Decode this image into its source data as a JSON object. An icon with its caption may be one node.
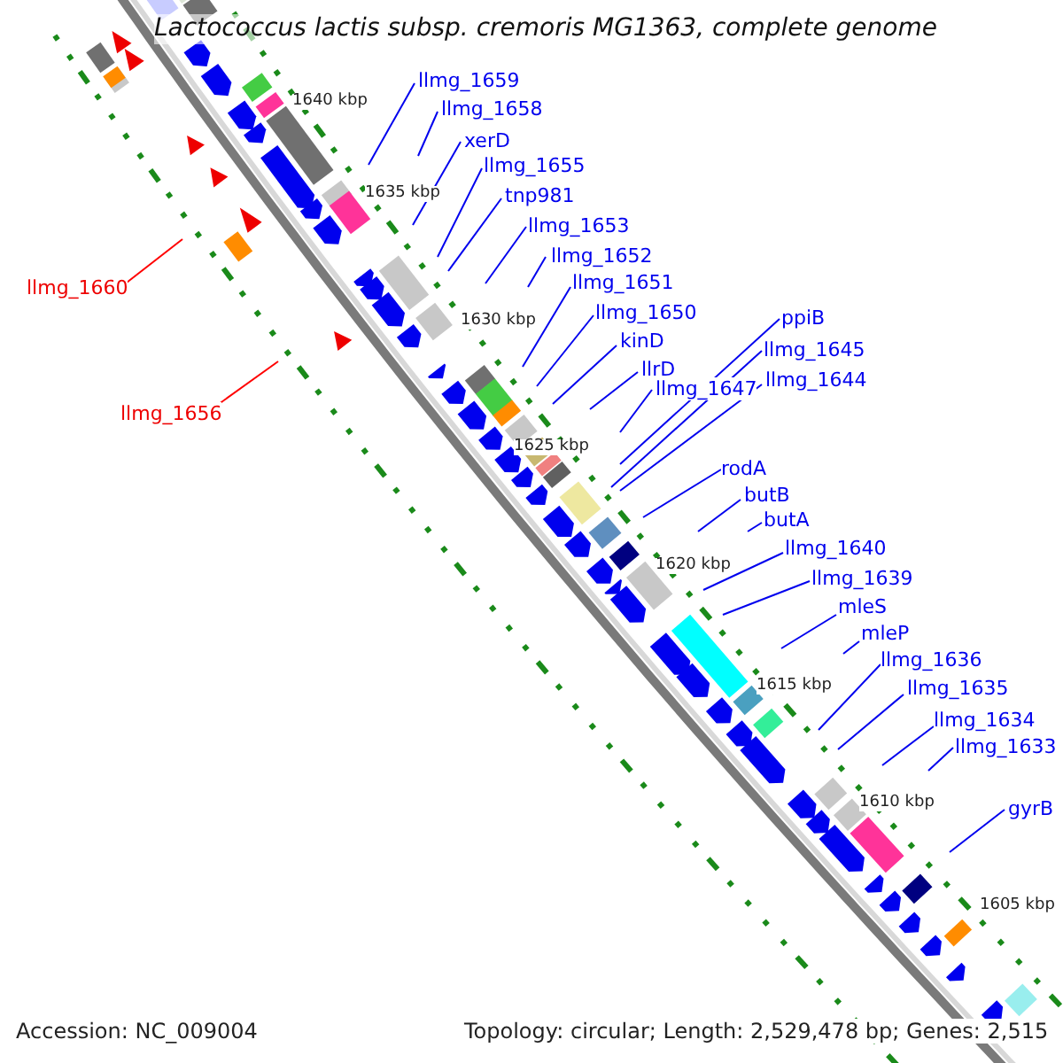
{
  "diagram": {
    "title": "Lactococcus lactis subsp. cremoris MG1363, complete genome",
    "nodes": [
      {
        "text": [
          "llmg_1659"
        ]
      },
      {
        "text": [
          "llmg_1658"
        ]
      },
      {
        "text": [
          "xerD"
        ]
      },
      {
        "text": [
          "llmg_1655"
        ]
      },
      {
        "text": [
          "tnp981"
        ]
      },
      {
        "text": [
          "llmg_1653"
        ]
      },
      {
        "text": [
          "llmg_1652"
        ]
      },
      {
        "text": [
          "llmg_1651"
        ]
      },
      {
        "text": [
          "llmg_1660"
        ]
      },
      {
        "text": [
          "llmg_1650"
        ]
      },
      {
        "text": [
          "ppiB"
        ]
      },
      {
        "text": [
          "kinD"
        ]
      },
      {
        "text": [
          "llmg_1645"
        ]
      },
      {
        "text": [
          "llrD"
        ]
      },
      {
        "text": [
          "llmg_1644"
        ]
      },
      {
        "text": [
          "llmg_1647"
        ]
      },
      {
        "text": [
          "llmg_1656"
        ]
      },
      {
        "text": [
          "rodA"
        ]
      },
      {
        "text": [
          "butB"
        ]
      },
      {
        "text": [
          "butA"
        ]
      },
      {
        "text": [
          "llmg_1640"
        ]
      },
      {
        "text": [
          "llmg_1639"
        ]
      },
      {
        "text": [
          "mleS"
        ]
      },
      {
        "text": [
          "mleP"
        ]
      },
      {
        "text": [
          "llmg_1636"
        ]
      },
      {
        "text": [
          "llmg_1635"
        ]
      },
      {
        "text": [
          "llmg_1634"
        ]
      },
      {
        "text": [
          "llmg_1633"
        ]
      },
      {
        "text": [
          "gyrB"
        ]
      }
    ],
    "edges": [
      {
        "from": 0,
        "to": null,
        "arrow": "none"
      },
      {
        "from": 1,
        "to": null,
        "arrow": "none"
      },
      {
        "from": 2,
        "to": null,
        "arrow": "none"
      },
      {
        "from": 3,
        "to": null,
        "arrow": "none"
      },
      {
        "from": 4,
        "to": null,
        "arrow": "none"
      },
      {
        "from": 5,
        "to": null,
        "arrow": "none"
      },
      {
        "from": 6,
        "to": null,
        "arrow": "none"
      },
      {
        "from": 7,
        "to": null,
        "arrow": "none"
      },
      {
        "from": 8,
        "to": null,
        "arrow": "none",
        "color": "#ff0000"
      },
      {
        "from": 9,
        "to": null,
        "arrow": "none"
      },
      {
        "from": 10,
        "to": null,
        "arrow": "none"
      },
      {
        "from": 11,
        "to": null,
        "arrow": "none"
      },
      {
        "from": 12,
        "to": null,
        "arrow": "none"
      },
      {
        "from": 13,
        "to": null,
        "arrow": "none"
      },
      {
        "from": 14,
        "to": null,
        "arrow": "none"
      },
      {
        "from": 15,
        "to": null,
        "arrow": "none"
      },
      {
        "from": 16,
        "to": null,
        "arrow": "none",
        "color": "#ff0000"
      },
      {
        "from": 17,
        "to": null,
        "arrow": "none"
      },
      {
        "from": 18,
        "to": null,
        "arrow": "none"
      },
      {
        "from": 19,
        "to": null,
        "arrow": "none"
      },
      {
        "from": 20,
        "to": null,
        "arrow": "none"
      },
      {
        "from": 21,
        "to": null,
        "arrow": "none"
      },
      {
        "from": 22,
        "to": null,
        "arrow": "none"
      },
      {
        "from": 23,
        "to": null,
        "arrow": "none"
      },
      {
        "from": 24,
        "to": null,
        "arrow": "none"
      },
      {
        "from": 25,
        "to": null,
        "arrow": "none"
      },
      {
        "from": 26,
        "to": null,
        "arrow": "none"
      },
      {
        "from": 27,
        "to": null,
        "arrow": "none"
      },
      {
        "from": 28,
        "to": null,
        "arrow": "none"
      }
    ],
    "labels": [
      "1640 kbp",
      "1635 kbp",
      "1630 kbp",
      "1625 kbp",
      "1620 kbp",
      "1615 kbp",
      "1610 kbp",
      "1605 kbp",
      "Accession: NC_009004",
      "Topology: circular; Length: 2,529,478 bp; Genes: 2,515"
    ]
  }
}
